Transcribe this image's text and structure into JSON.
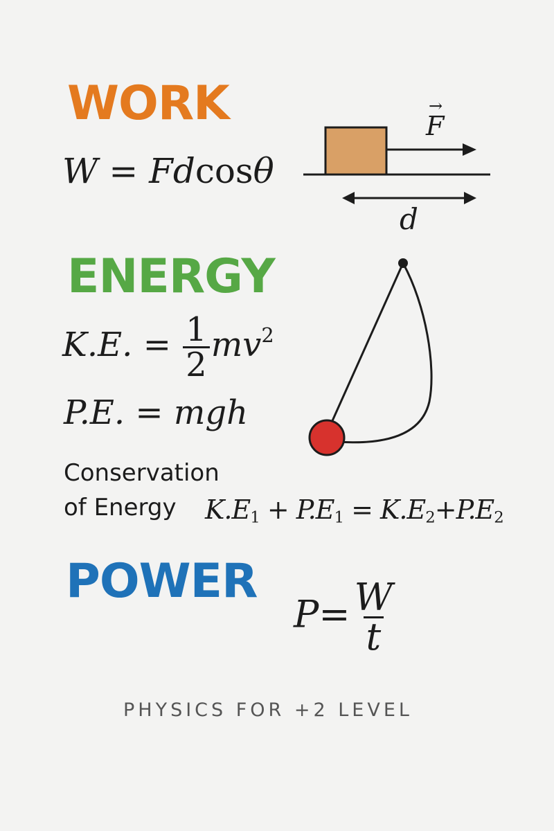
{
  "work": {
    "heading": "WORK",
    "color": "#e47a1f",
    "formula_lhs": "W",
    "formula_rhs": "Fd",
    "formula_cos": "cos",
    "formula_theta": "θ",
    "diagram": {
      "force_label": "F",
      "force_vector_arrow": "→",
      "distance_label": "d",
      "block_color": "#d9a066"
    }
  },
  "energy": {
    "heading": "ENERGY",
    "color": "#56a845",
    "ke_lhs": "K.E.",
    "ke_num": "1",
    "ke_den": "2",
    "ke_rest": "mv",
    "ke_exp": "2",
    "pe_lhs": "P.E.",
    "pe_rhs": "mgh",
    "pendulum_bob_color": "#d7322d",
    "conservation_line1": "Conservation",
    "conservation_line2": "of Energy",
    "cons_eq": {
      "ke": "K.E",
      "pe": "P.E",
      "sub1": "1",
      "sub2": "2"
    }
  },
  "power": {
    "heading": "POWER",
    "color": "#1f72b8",
    "lhs": "P",
    "num": "W",
    "den": "t"
  },
  "footer": "PHYSICS FOR +2 LEVEL",
  "operators": {
    "equals": "=",
    "plus": "+"
  }
}
